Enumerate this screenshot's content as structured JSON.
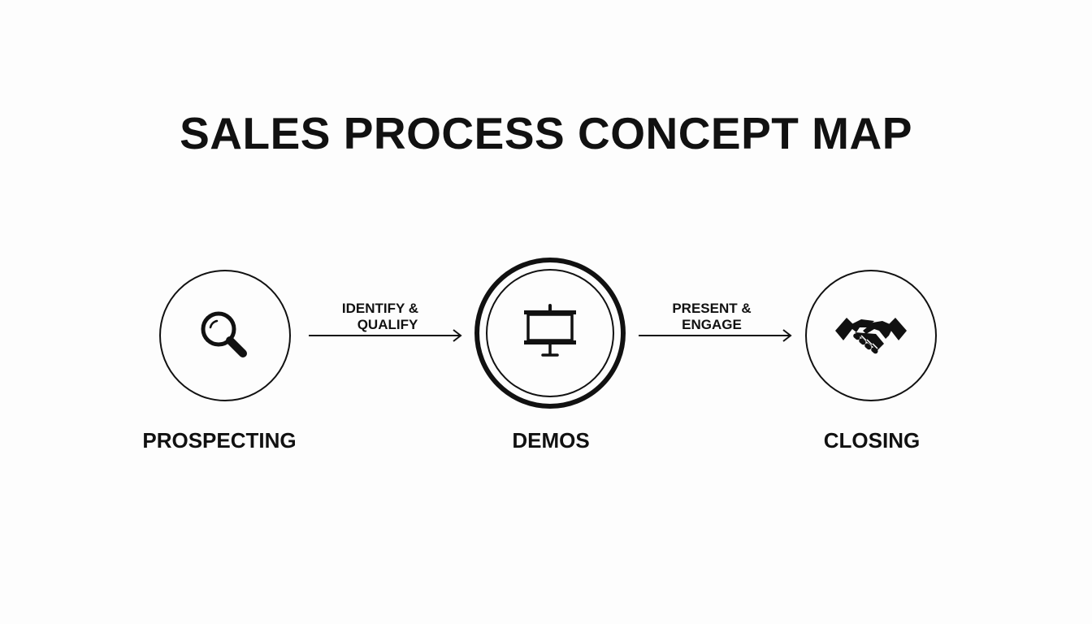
{
  "diagram": {
    "title": "SALES PROCESS CONCEPT MAP",
    "stages": [
      {
        "label": "PROSPECTING",
        "icon": "magnifying-glass-icon"
      },
      {
        "label": "DEMOS",
        "icon": "presentation-screen-icon"
      },
      {
        "label": "CLOSING",
        "icon": "handshake-icon"
      }
    ],
    "connectors": [
      {
        "line1": "IDENTIFY &",
        "line2": "QUALIFY"
      },
      {
        "line1": "PRESENT &",
        "line2": "ENGAGE"
      }
    ],
    "colors": {
      "ink": "#111111",
      "background": "#fdfdfd"
    }
  }
}
